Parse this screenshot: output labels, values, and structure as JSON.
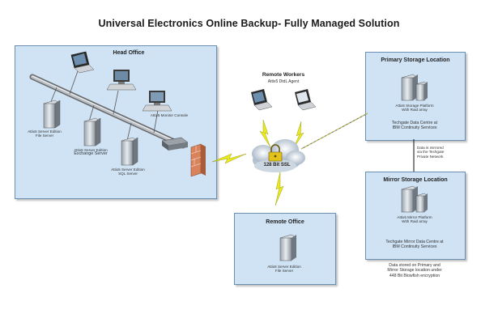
{
  "title": "Universal Electronics Online Backup- Fully Managed Solution",
  "head_office": {
    "title": "Head Office",
    "server_file": [
      "Attix5 Server Edition",
      "File Server"
    ],
    "server_exchange": [
      "Attix5 Server Edition",
      "Exchange Server"
    ],
    "server_sql": [
      "Attix5 Server Edition",
      "SQL Server"
    ],
    "monitor_console": "Attix5 Monitor Console"
  },
  "remote_workers": {
    "title": "Remote Workers",
    "subtitle": "Attix5 DtdL Agent"
  },
  "cloud_label": "128 Bit SSL",
  "remote_office": {
    "title": "Remote Office",
    "server": [
      "Attix5 Server Edition",
      "File Server"
    ]
  },
  "primary_storage": {
    "title": "Primary Storage Location",
    "platform": [
      "Attix5 Storage Platform",
      "With Raid array"
    ],
    "datacentre": [
      "Techgate Data Centre at",
      "IBM Continuity Services"
    ]
  },
  "mirror_note": [
    "Data is mirrored",
    "via the Techgate",
    "Private Network"
  ],
  "mirror_storage": {
    "title": "Mirror Storage Location",
    "platform": [
      "Attix5 Mirror Platform",
      "With Raid array"
    ],
    "datacentre": [
      "Techgate Mirror Data Centre at",
      "IBM Continuity Services"
    ]
  },
  "footer_note": [
    "Data stored on Primary and",
    "Mirror Storage location under",
    "448 Bit Blowfish encryption"
  ],
  "colors": {
    "panel": "#cfe3f5",
    "panel_border": "#6a8fb3",
    "lightning": "#e6e600",
    "firewall": "#d9825b"
  }
}
